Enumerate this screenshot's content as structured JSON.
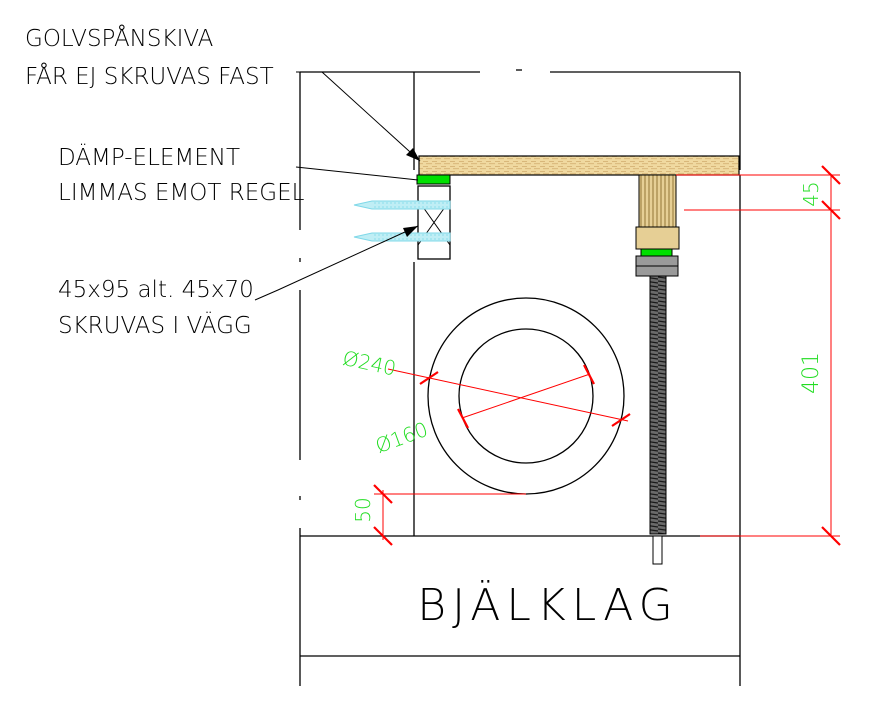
{
  "labels": {
    "chipboard_line1": "GOLVSPÅNSKIVA",
    "chipboard_line2": "FÅR EJ SKRUVAS FAST",
    "damper_line1": "DÄMP-ELEMENT",
    "damper_line2": "LIMMAS EMOT REGEL",
    "stud_line1": "45x95 alt. 45x70",
    "stud_line2": "SKRUVAS I VÄGG",
    "beam_layer": "BJÄLKLAG"
  },
  "dimensions": {
    "floor_thickness": "45",
    "height": "401",
    "bottom_gap": "50",
    "pipe_outer": "Ø240",
    "pipe_inner": "Ø160"
  },
  "colors": {
    "outline": "#000000",
    "dimension_line": "#ff0000",
    "dimension_text": "#22dd22",
    "damper": "#00e000",
    "chipboard_fill": "#f0d9a0",
    "chipboard_grain": "#c9a060",
    "screw": "#7fd8e8",
    "threaded_rod": "#3a3a3a"
  }
}
